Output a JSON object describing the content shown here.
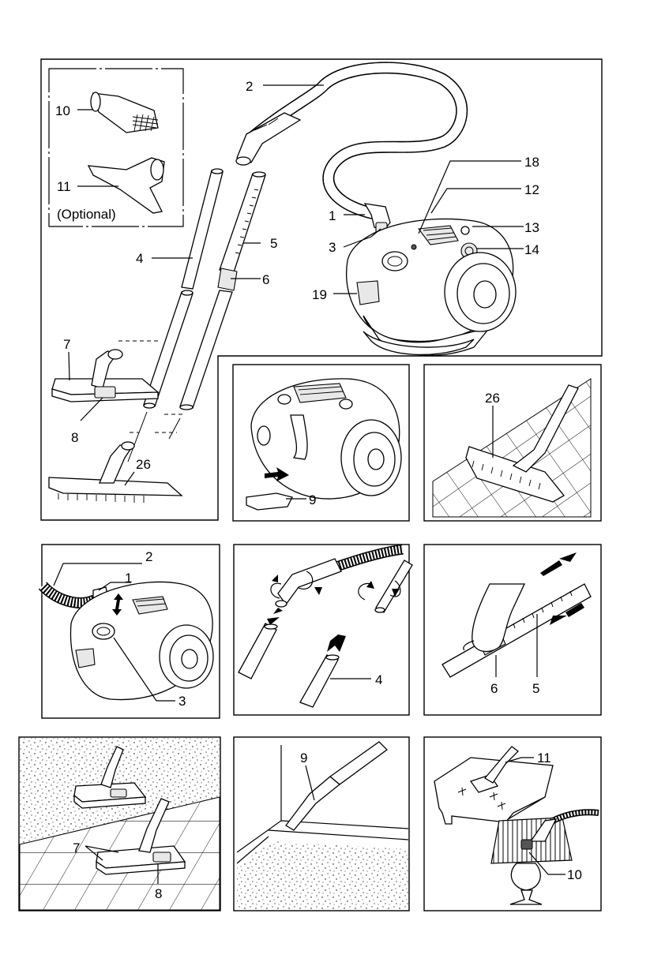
{
  "labels": {
    "p1": {
      "l10": "10",
      "l11": "11",
      "optional": "(Optional)",
      "l2": "2",
      "l18": "18",
      "l12": "12",
      "l1": "1",
      "l13": "13",
      "l3": "3",
      "l14": "14",
      "l4": "4",
      "l5": "5",
      "l6": "6",
      "l19": "19",
      "l7": "7",
      "l8": "8",
      "l26": "26"
    },
    "p2": {
      "l9": "9"
    },
    "p3": {
      "l26": "26"
    },
    "p4": {
      "l2": "2",
      "l1": "1",
      "l3": "3"
    },
    "p5": {
      "l4": "4"
    },
    "p6": {
      "l6": "6",
      "l5": "5"
    },
    "p7": {
      "l7": "7",
      "l8": "8"
    },
    "p8": {
      "l9": "9"
    },
    "p9": {
      "l11": "11",
      "l10": "10"
    }
  }
}
